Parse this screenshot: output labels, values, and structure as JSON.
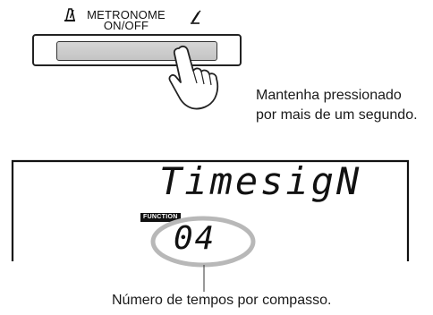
{
  "button": {
    "label_line1": "METRONOME",
    "label_line2": "ON/OFF",
    "metronome_icon": "metronome-icon",
    "tempo_icon": "tempo-pen-icon"
  },
  "instruction": {
    "line1": "Mantenha pressionado",
    "line2": "por mais de um segundo."
  },
  "display": {
    "main_text": "TimesigN",
    "badge": "FUNCTION",
    "value": "04"
  },
  "caption": "Número de tempos por compasso.",
  "colors": {
    "button_face": "#c8c8c8",
    "highlight_ring": "#b8b8b8",
    "ink": "#1a1a1a"
  }
}
